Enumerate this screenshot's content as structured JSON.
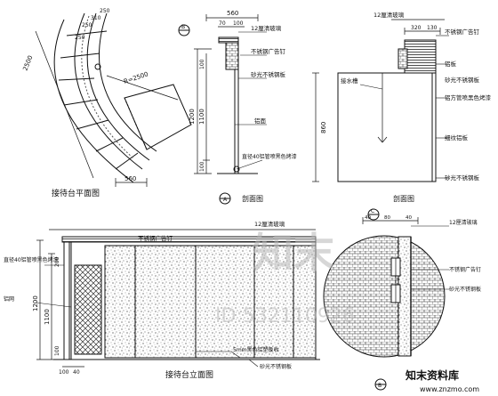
{
  "plan_view": {
    "title": "接待台平面图",
    "dim_long": "2500",
    "dim_radius": "R=2500",
    "dim_bottom": "560",
    "dim_top": [
      "250",
      "250",
      "310",
      "250"
    ]
  },
  "section_a": {
    "label": "剖面图",
    "marker_top": "B",
    "marker_bottom": "A",
    "dim_top": "560",
    "dim_top_small": [
      "70",
      "100"
    ],
    "dims_vertical": [
      "1200",
      "1100",
      "100",
      "100"
    ],
    "callouts": [
      "12厘清玻璃",
      "不锈钢广告钉",
      "砂光不锈钢板",
      "铝面",
      "直径40铝管喷黑色烤漆"
    ]
  },
  "section_b": {
    "label": "剖面图",
    "dim_top": [
      "320",
      "130"
    ],
    "dim_side": "860",
    "callouts": [
      "12厘清玻璃",
      "不锈钢广告钉",
      "铝板",
      "砂光不锈钢板",
      "铝方管喷黑色烤漆",
      "细纹铝板",
      "砂光不锈钢板"
    ],
    "left_callout": "接水槽"
  },
  "elevation": {
    "title": "接待台立面图",
    "callouts_top": [
      "12厘清玻璃",
      "不锈钢广告钉"
    ],
    "left_callouts": [
      "直径40铝管喷黑色烤漆",
      "铝网"
    ],
    "bottom_callouts": [
      "5mm黑色铝塑板收",
      "砂光不锈钢板"
    ],
    "dims_left": [
      "200",
      "1200",
      "1100",
      "100"
    ],
    "dim_bottom_small": [
      "100",
      "40"
    ],
    "marker_c": "C",
    "marker_b": "B"
  },
  "detail": {
    "dim_top": [
      "40",
      "80",
      "40"
    ],
    "callouts": [
      "12厘清玻璃",
      "不锈钢广告钉",
      "砂光不锈钢板"
    ]
  },
  "watermark": {
    "logo": "知末",
    "id_text": "ID:532110926",
    "brand": "知末资料库",
    "url": "www.znzmo.com"
  }
}
